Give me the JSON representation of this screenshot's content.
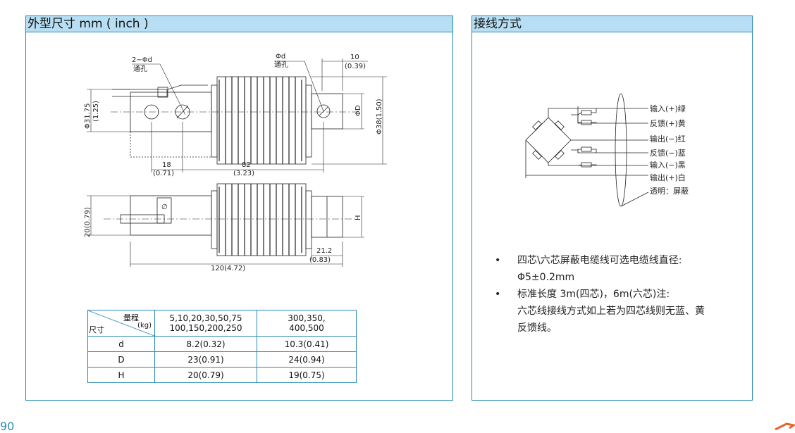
{
  "left_panel": {
    "title": "外型尺寸 mm ( inch )",
    "drawing": {
      "hole_callout_1": "2−Φd",
      "hole_callout_1b": "通孔",
      "hole_callout_2": "Φd",
      "hole_callout_2b": "通孔",
      "dim_10": "10",
      "dim_10_inch": "(0.39)",
      "dim_height": "Φ31.75",
      "dim_height_inch": "(1.25)",
      "dim_d": "ΦD",
      "dim_38": "Φ38(1.50)",
      "dim_18": "18",
      "dim_18_inch": "(0.71)",
      "dim_82": "82",
      "dim_82_inch": "(3.23)",
      "dim_20": "20(0.79)",
      "dim_h": "H",
      "dim_21": "21.2",
      "dim_21_inch": "(0.83)",
      "dim_120": "120(4.72)",
      "phi_mark": "∅"
    },
    "table": {
      "header_top": "量程",
      "header_unit": "(kg)",
      "header_bottom": "尺寸",
      "col1": [
        "5,10,20,30,50,75",
        "100,150,200,250"
      ],
      "col2": [
        "300,350,",
        "400,500"
      ],
      "rows": [
        {
          "label": "d",
          "v1": "8.2(0.32)",
          "v2": "10.3(0.41)"
        },
        {
          "label": "D",
          "v1": "23(0.91)",
          "v2": "24(0.94)"
        },
        {
          "label": "H",
          "v1": "20(0.79)",
          "v2": "19(0.75)"
        }
      ]
    }
  },
  "right_panel": {
    "title": "接线方式",
    "wires": [
      "输入(+)绿",
      "反馈(+)黄",
      "输出(−)红",
      "反馈(−)蓝",
      "输入(−)黑",
      "输出(+)白",
      "透明：屏蔽"
    ],
    "notes": [
      {
        "bullet": "•",
        "line1": "四芯\\六芯屏蔽电缆线可选电缆线直径:",
        "line2": "Φ5±0.2mm"
      },
      {
        "bullet": "•",
        "line1": "标准长度 3m(四芯)，6m(六芯)注:",
        "line2": "六芯线接线方式如上若为四芯线则无蓝、黄",
        "line3": "反馈线。"
      }
    ]
  },
  "footer": {
    "page_number": "90"
  },
  "colors": {
    "accent": "#2a8ab3",
    "header_bg": "#b7def2",
    "corner": "#e8622c"
  }
}
